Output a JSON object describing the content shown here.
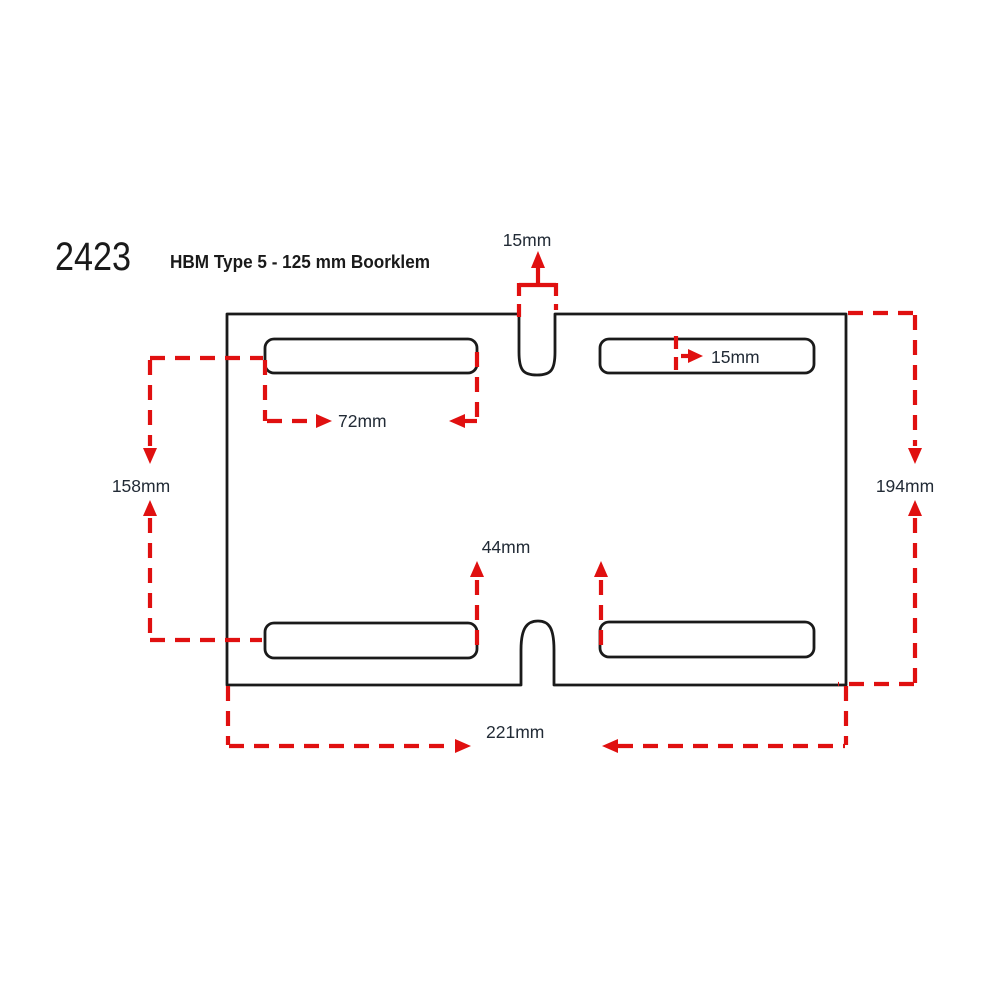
{
  "header": {
    "part_number": "2423",
    "part_title": "HBM Type 5 - 125 mm Boorklem"
  },
  "colors": {
    "dimension_red": "#e01010",
    "outline": "#1a1a1a",
    "label_text": "#222b36",
    "background": "#ffffff"
  },
  "dimensions": {
    "top_notch_width": {
      "label": "15mm"
    },
    "top_right_slot_inset": {
      "label": "15mm"
    },
    "top_left_slot_length": {
      "label": "72mm"
    },
    "left_slot_spacing": {
      "label": "158mm"
    },
    "bottom_slot_gap": {
      "label": "44mm"
    },
    "right_height": {
      "label": "194mm"
    },
    "bottom_width": {
      "label": "221mm"
    }
  }
}
